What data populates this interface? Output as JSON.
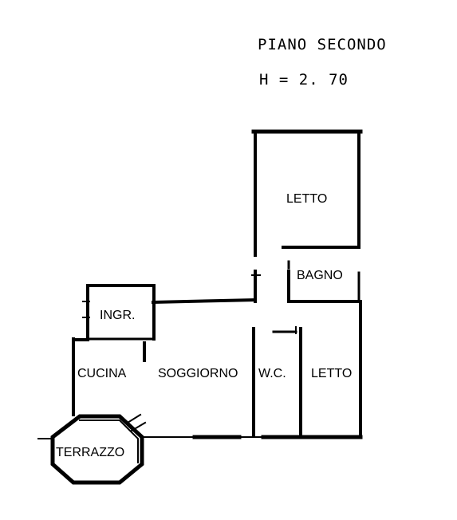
{
  "header": {
    "floor": "PIANO SECONDO",
    "height": "H = 2. 70"
  },
  "rooms": {
    "letto_top": "LETTO",
    "bagno": "BAGNO",
    "ingresso": "INGR.",
    "cucina": "CUCINA",
    "soggiorno": "SOGGIORNO",
    "wc": "W.C.",
    "letto_bottom": "LETTO",
    "terrazzo": "TERRAZZO"
  }
}
